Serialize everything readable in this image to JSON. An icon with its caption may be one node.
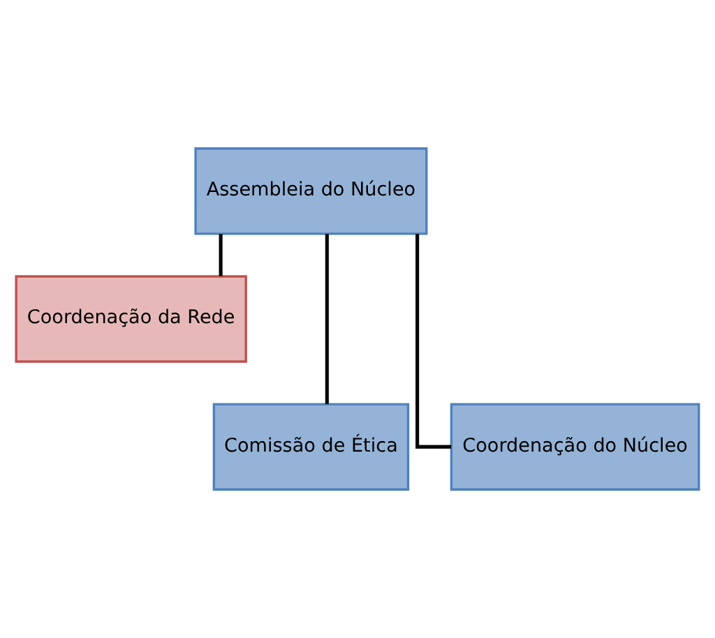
{
  "diagram": {
    "nodes": [
      {
        "text": [
          "Assembleia do Núcleo"
        ]
      },
      {
        "text": [
          "Coordenação da Rede"
        ]
      },
      {
        "text": [
          "Comissão de Ética"
        ]
      },
      {
        "text": [
          "Coordenação do Núcleo"
        ]
      }
    ],
    "edges": [
      {
        "from": 0,
        "to": 1,
        "arrow": "none"
      },
      {
        "from": 0,
        "to": 2,
        "arrow": "none"
      },
      {
        "from": 0,
        "to": 3,
        "arrow": "none"
      }
    ]
  }
}
